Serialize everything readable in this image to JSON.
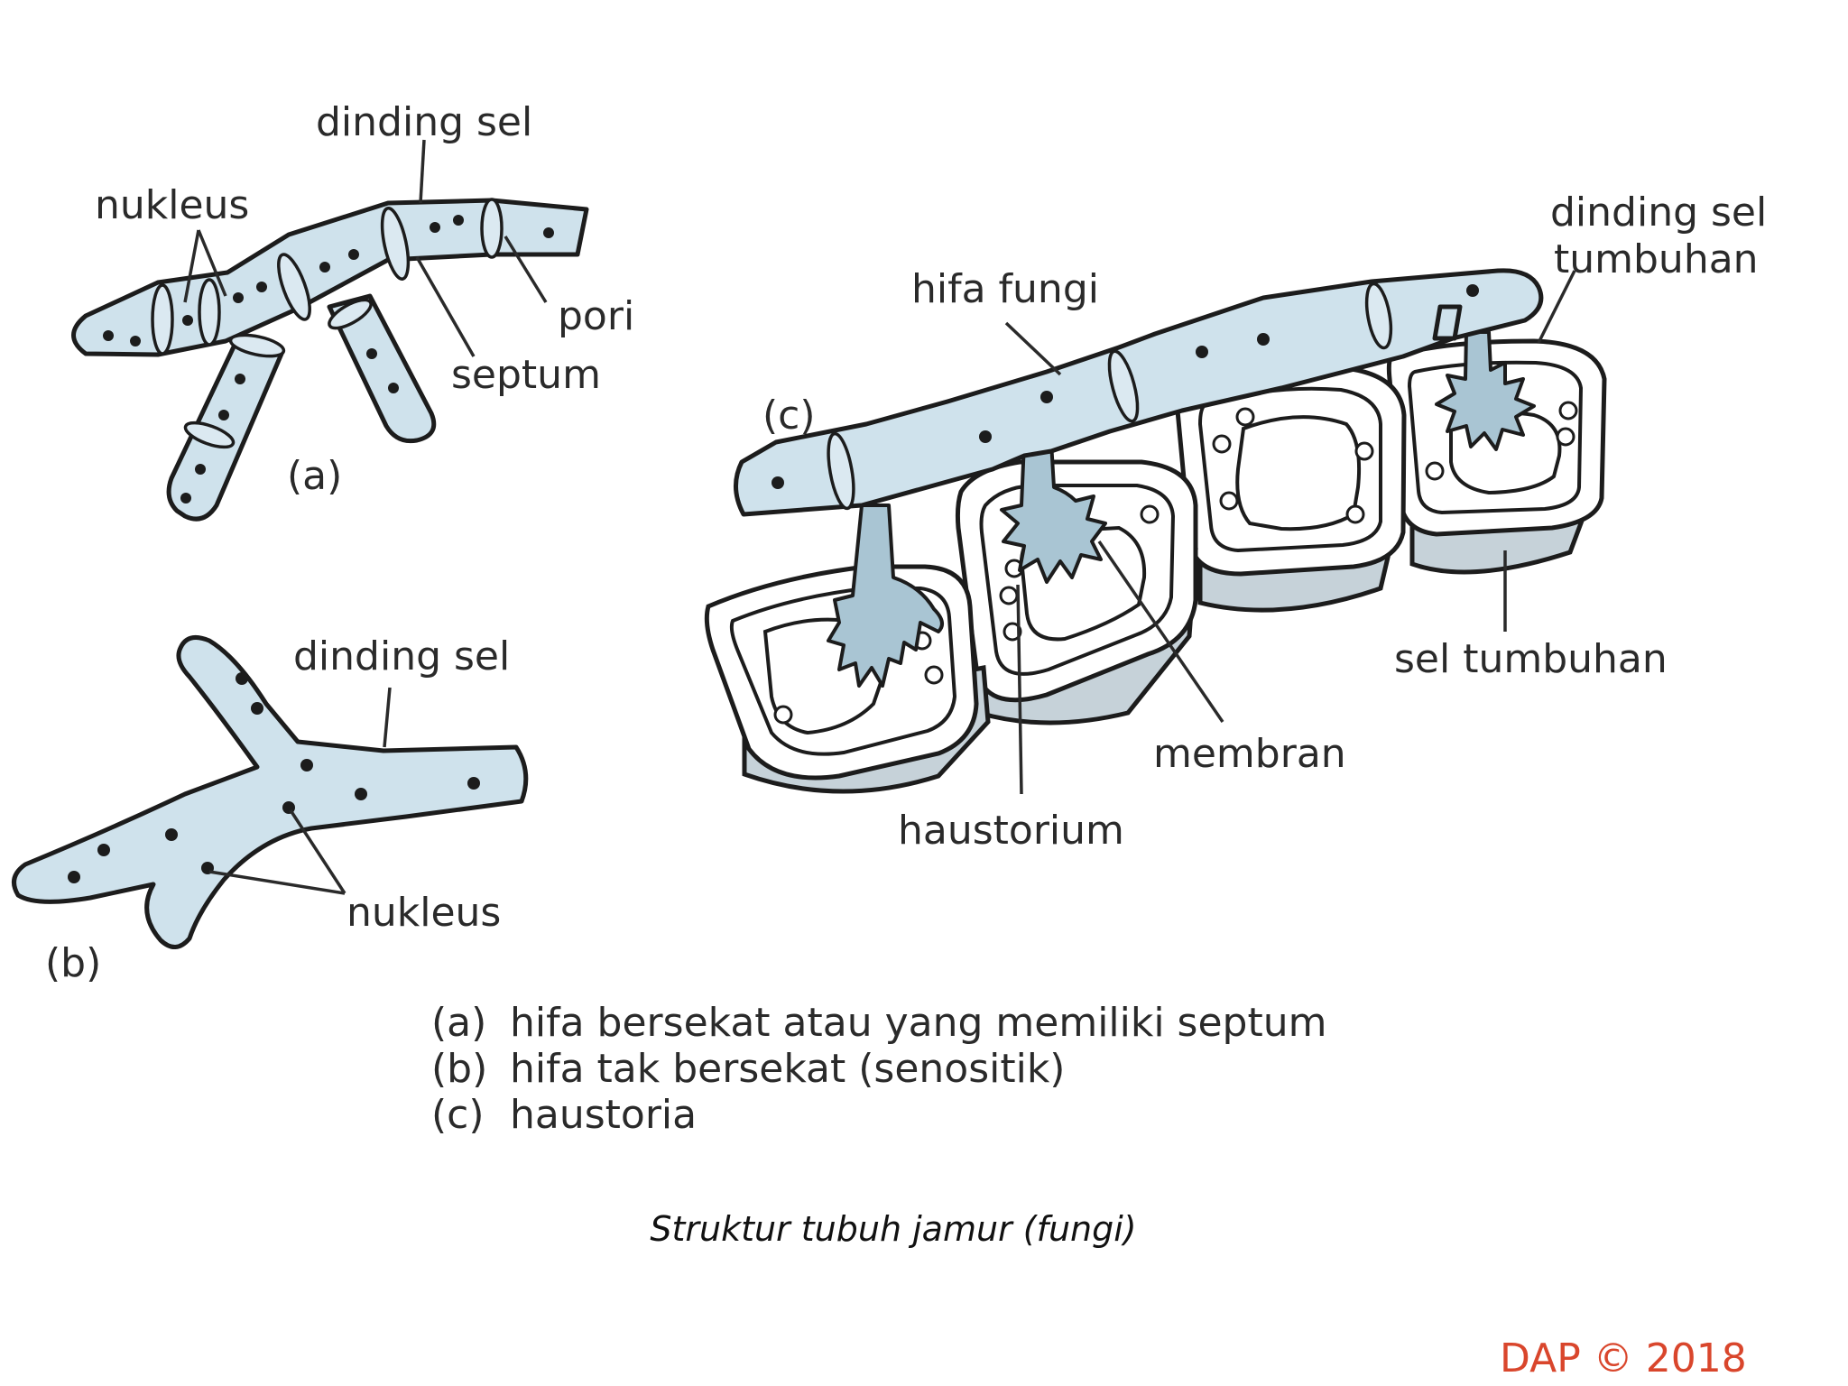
{
  "diagram": {
    "panel_a": {
      "tag": "(a)",
      "labels": {
        "cell_wall": "dinding sel",
        "nucleus": "nukleus",
        "pore": "pori",
        "septum": "septum"
      }
    },
    "panel_b": {
      "tag": "(b)",
      "labels": {
        "cell_wall": "dinding sel",
        "nucleus": "nukleus"
      }
    },
    "panel_c": {
      "tag": "(c)",
      "labels": {
        "fungal_hypha": "hifa fungi",
        "plant_cell_wall_line1": "dinding sel",
        "plant_cell_wall_line2": "tumbuhan",
        "plant_cell": "sel tumbuhan",
        "membrane": "membran",
        "haustorium": "haustorium"
      }
    },
    "legend": [
      {
        "key": "(a)",
        "text": "hifa bersekat atau yang memiliki septum"
      },
      {
        "key": "(b)",
        "text": "hifa tak bersekat (senositik)"
      },
      {
        "key": "(c)",
        "text": "haustoria"
      }
    ]
  },
  "caption": "Struktur tubuh jamur (fungi)",
  "copyright": "DAP © 2018",
  "colors": {
    "hypha_fill": "#cfe2ec",
    "outline": "#1c1c1c",
    "plant_cell_side": "#c6d2d9",
    "haustorium_fill": "#a9c5d3",
    "copyright_text": "#d9462c"
  }
}
